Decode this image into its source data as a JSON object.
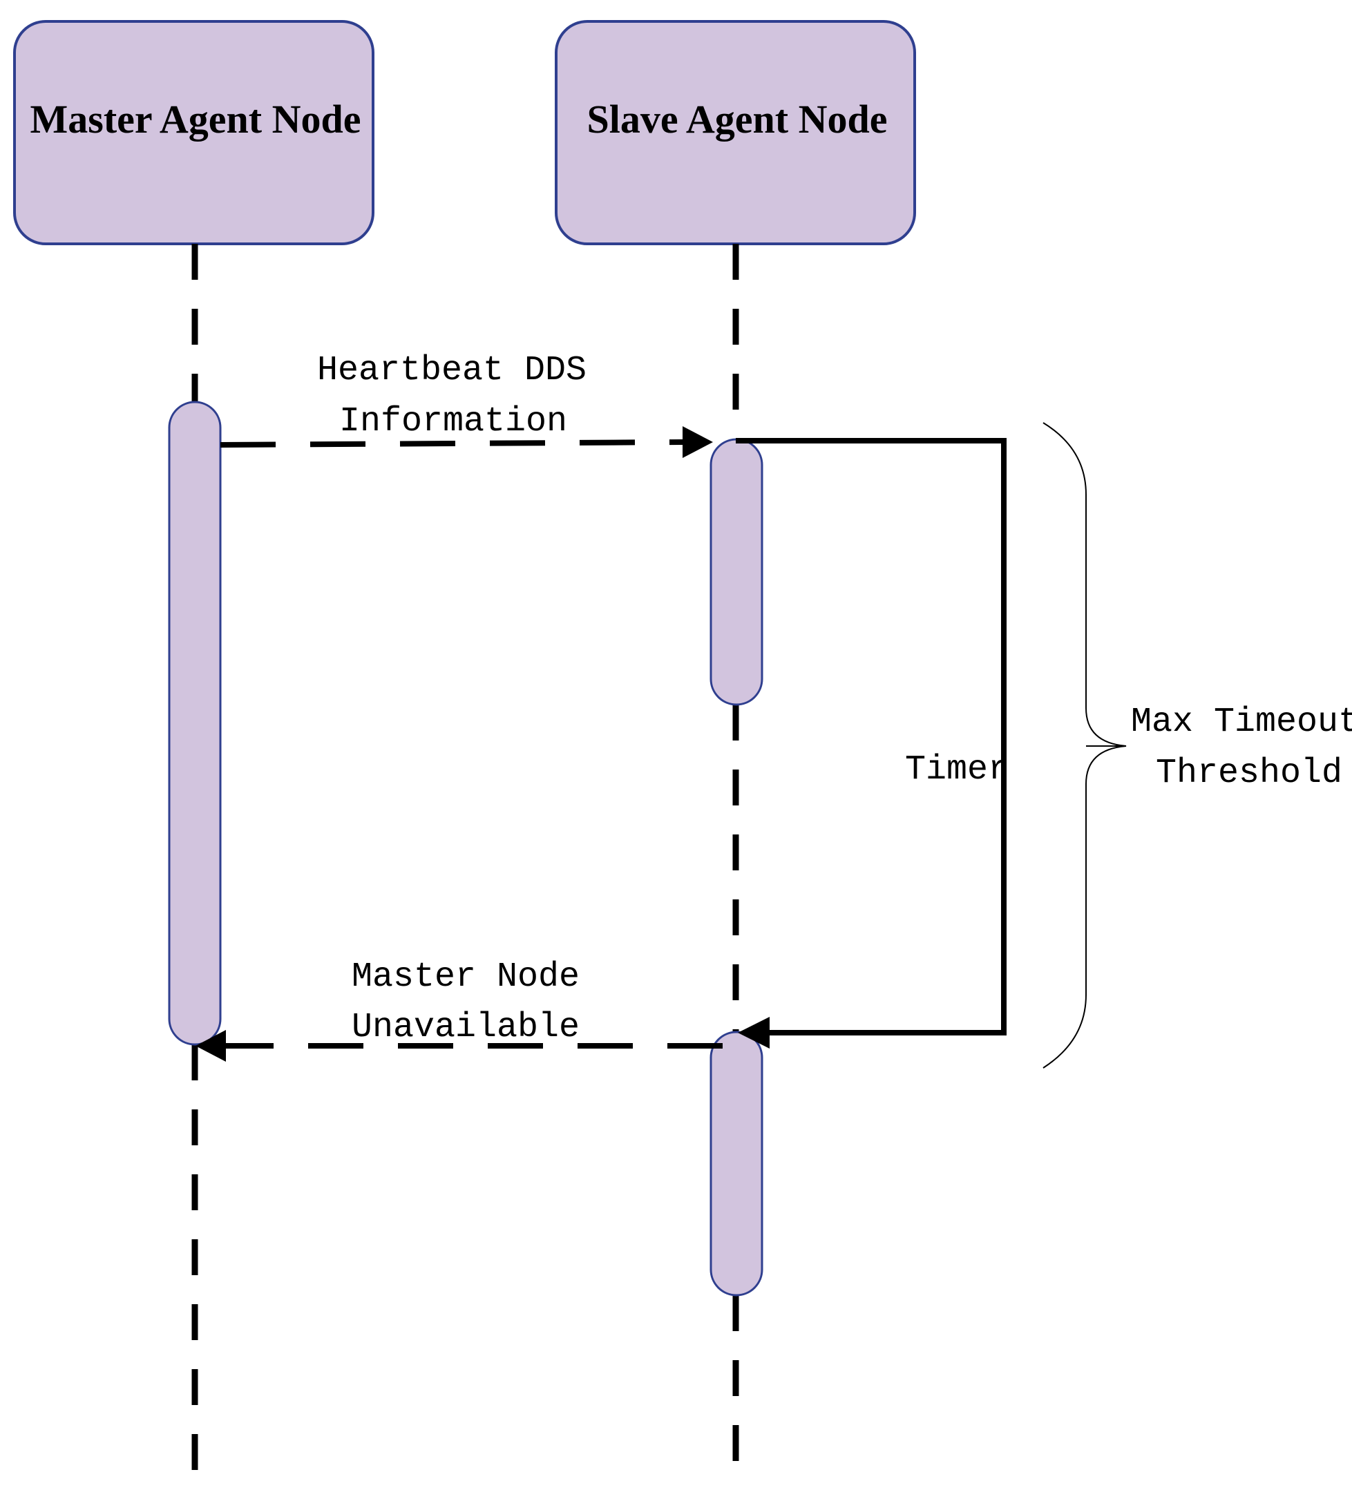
{
  "participants": {
    "master": "Master Agent Node",
    "slave": "Slave Agent Node"
  },
  "messages": {
    "heartbeat": {
      "line1": "Heartbeat DDS",
      "line2": "Information"
    },
    "unavailable": {
      "line1": "Master Node",
      "line2": "Unavailable"
    }
  },
  "timer": {
    "label": "Timer"
  },
  "threshold": {
    "line1": "Max Timeout",
    "line2": "Threshold"
  },
  "colors": {
    "box_fill": "#d2c4de",
    "box_stroke": "#2f3f8f",
    "line": "#000000"
  }
}
